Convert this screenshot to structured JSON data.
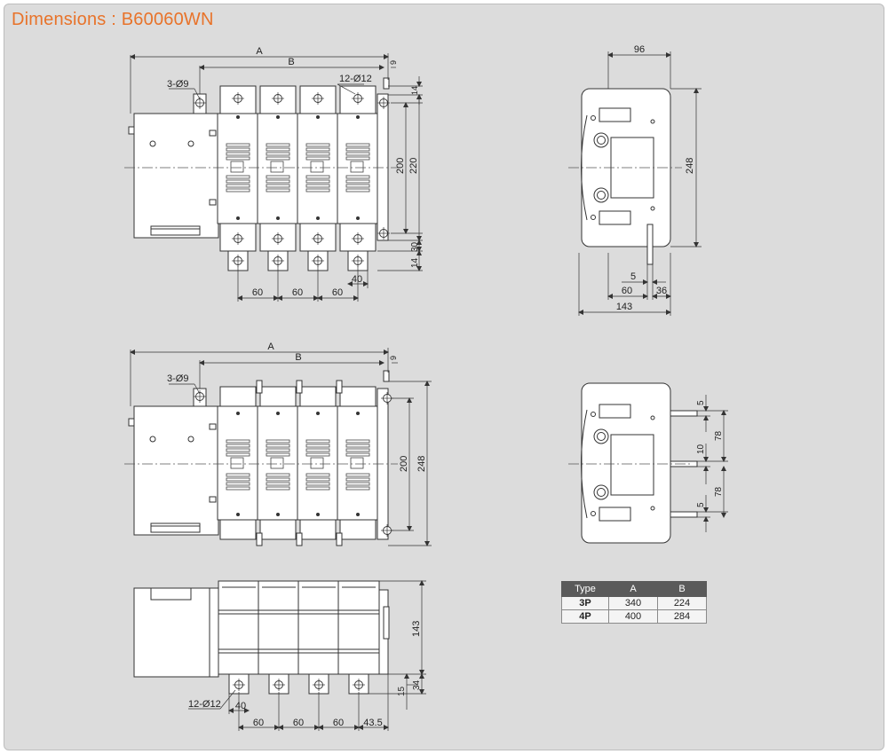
{
  "title": "Dimensions : B60060WN",
  "top_front": {
    "dim_A": "A",
    "dim_B": "B",
    "hole_label": "3-Ø9",
    "terminal_label": "12-Ø12",
    "dim_9": "9",
    "dim_14a": "14",
    "dim_200": "200",
    "dim_220": "220",
    "dim_30": "30",
    "dim_14b": "14",
    "pitch_1": "60",
    "pitch_2": "60",
    "pitch_3": "60",
    "dim_40": "40"
  },
  "top_side": {
    "dim_96": "96",
    "dim_248": "248",
    "dim_5": "5",
    "dim_60": "60",
    "dim_36": "36",
    "dim_143": "143"
  },
  "mid_front": {
    "dim_A": "A",
    "dim_B": "B",
    "hole_label": "3-Ø9",
    "dim_9": "9",
    "dim_200": "200",
    "dim_248": "248"
  },
  "mid_side": {
    "dim_5a": "5",
    "dim_78a": "78",
    "dim_10": "10",
    "dim_78b": "78",
    "dim_5b": "5"
  },
  "bottom_view": {
    "terminal_label": "12-Ø12",
    "dim_40": "40",
    "pitch_1": "60",
    "pitch_2": "60",
    "pitch_3": "60",
    "dim_43_5": "43.5",
    "dim_143": "143",
    "dim_15": "15",
    "dim_34": "34"
  },
  "table": {
    "headers": [
      "Type",
      "A",
      "B"
    ],
    "rows": [
      {
        "type": "3P",
        "a": "340",
        "b": "224"
      },
      {
        "type": "4P",
        "a": "400",
        "b": "284"
      }
    ]
  },
  "colors": {
    "title": "#e8732a",
    "panel": "#dcdcdc",
    "body": "#ffffff",
    "line": "#333333",
    "table_header": "#5a5a5a"
  }
}
